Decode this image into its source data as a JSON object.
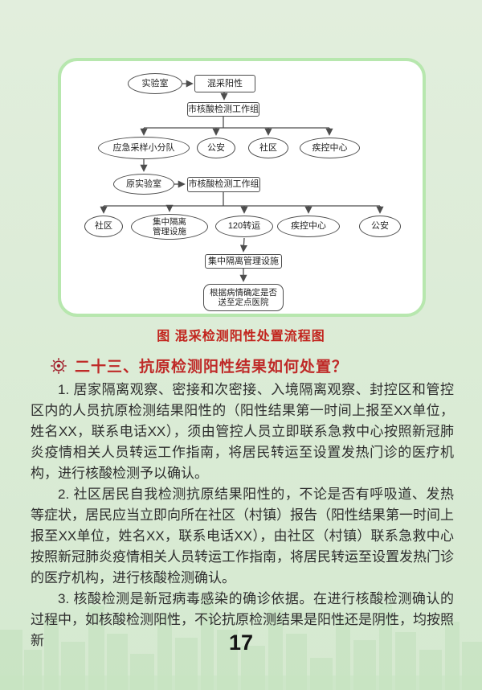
{
  "page": {
    "page_number": "17"
  },
  "colors": {
    "page_background": "#dcecd7",
    "panel_border": "#b7e7ae",
    "caption_red": "#c2241d",
    "heading_red": "#bf2a28",
    "virus_icon_red": "#a2212c",
    "node_border": "#4d4d4d",
    "body_text": "#2e2e2e",
    "skyline_green": "#c6e3c1"
  },
  "flowchart": {
    "caption": "图 混采检测阳性处置流程图",
    "nodes": {
      "lab": "实验室",
      "mixed_positive": "混采阳性",
      "city_group_1": "市核酸检测工作组",
      "emergency_team": "应急采样小分队",
      "police_1": "公安",
      "community_1": "社区",
      "cdc_1": "疾控中心",
      "original_lab": "原实验室",
      "city_group_2": "市核酸检测工作组",
      "community_2": "社区",
      "isolation_facility_ellipse": "集中隔离管理设施",
      "transfer_120": "120转运",
      "cdc_2": "疾控中心",
      "police_2": "公安",
      "isolation_facility_rect": "集中隔离管理设施",
      "final_decision": "根据病情确定是否送至定点医院"
    }
  },
  "section": {
    "heading": "二十三、抗原检测阳性结果如何处置？",
    "paragraphs": [
      "1. 居家隔离观察、密接和次密接、入境隔离观察、封控区和管控区内的人员抗原检测结果阳性的（阳性结果第一时间上报至XX单位，姓名XX，联系电话XX），须由管控人员立即联系急救中心按照新冠肺炎疫情相关人员转运工作指南，将居民转运至设置发热门诊的医疗机构，进行核酸检测予以确认。",
      "2. 社区居民自我检测抗原结果阳性的，不论是否有呼吸道、发热等症状，居民应当立即向所在社区（村镇）报告（阳性结果第一时间上报至XX单位，姓名XX，联系电话XX），由社区（村镇）联系急救中心按照新冠肺炎疫情相关人员转运工作指南，将居民转运至设置发热门诊的医疗机构，进行核酸检测确认。",
      "3. 核酸检测是新冠病毒感染的确诊依据。在进行核酸检测确认的过程中，如核酸检测阳性，不论抗原检测结果是阳性还是阴性，均按照新"
    ]
  }
}
